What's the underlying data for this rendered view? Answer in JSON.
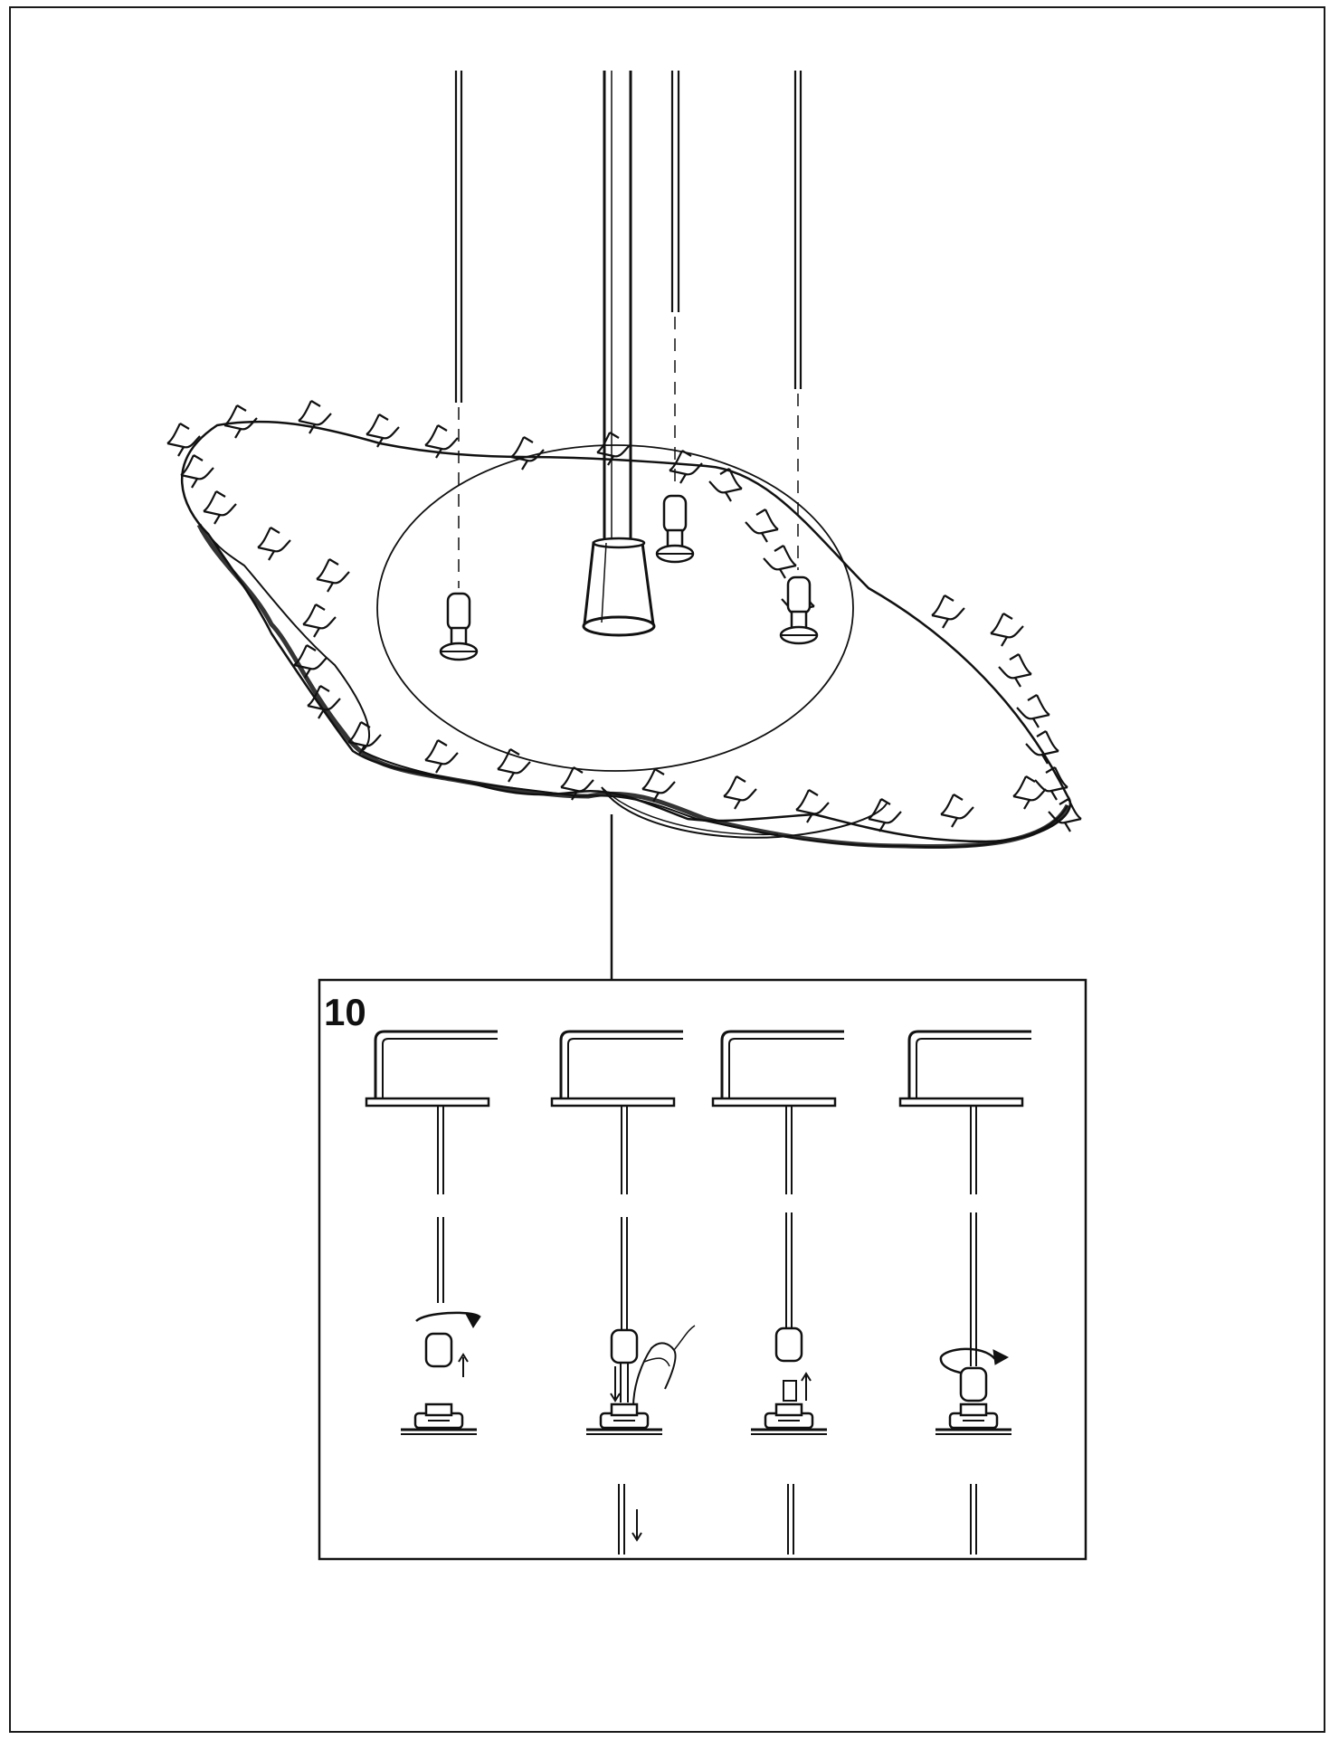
{
  "document": {
    "type": "assembly-instruction-sheet",
    "ink_color": "#111111",
    "paper_color": "#ffffff"
  },
  "detail_panel": {
    "step_number": "10",
    "sub_steps": [
      {
        "icon": "rotate-arrow-icon",
        "action": "unscrew-cap"
      },
      {
        "icon": "finger-press-icon",
        "action": "press-and-pull-cable"
      },
      {
        "icon": "up-arrow-icon",
        "action": "slide-cap-up"
      },
      {
        "icon": "rotate-arrow-icon",
        "action": "tighten-cap"
      }
    ]
  }
}
